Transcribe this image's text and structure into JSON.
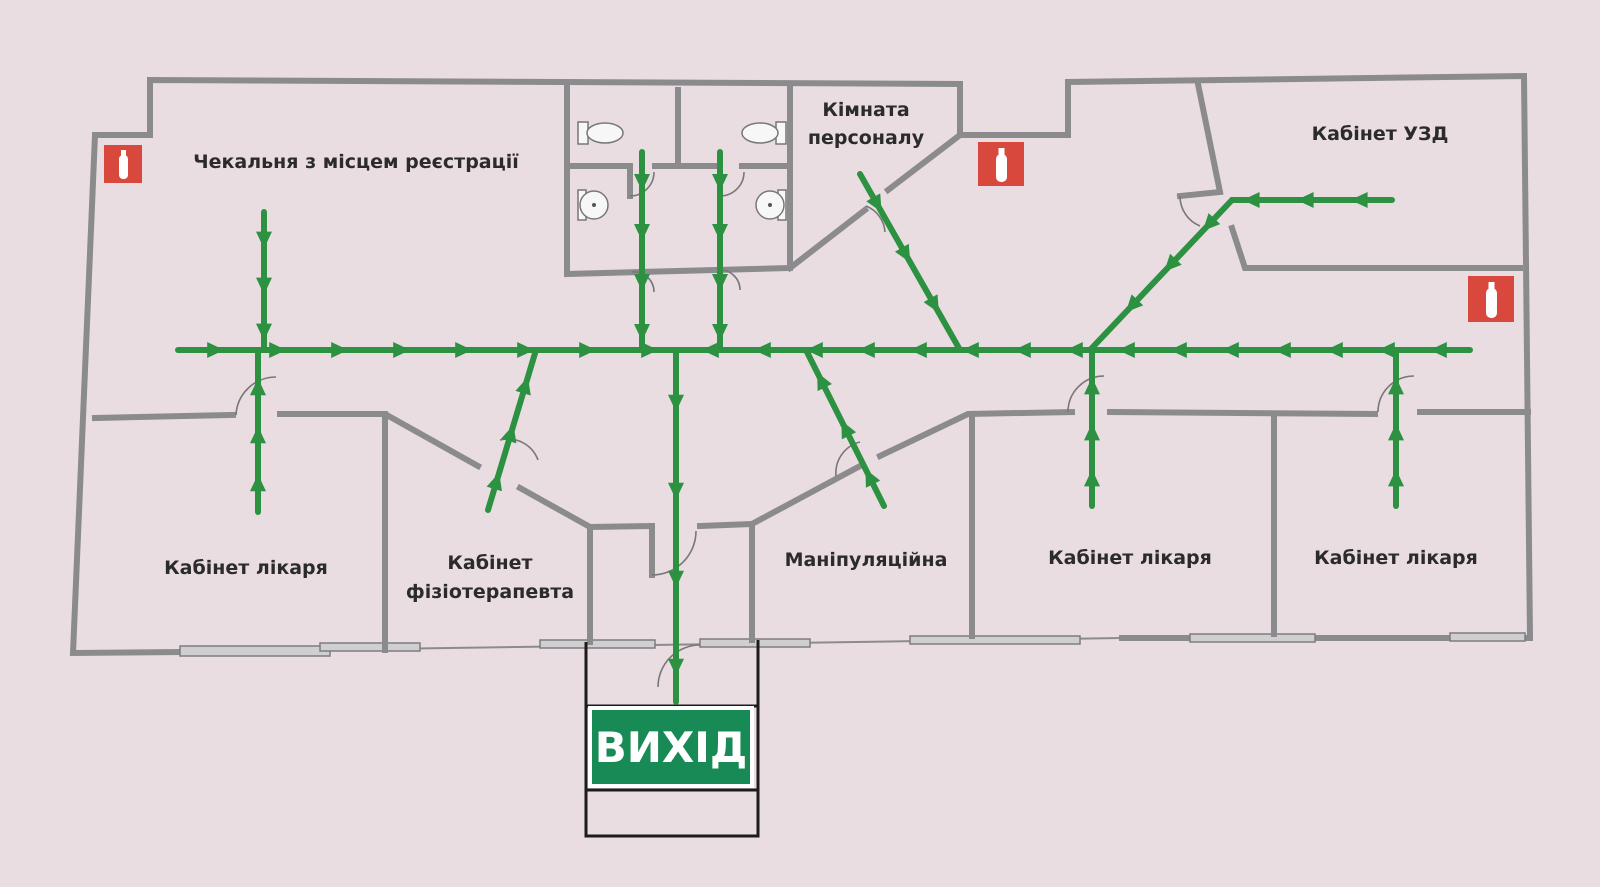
{
  "colors": {
    "wall": "#8b8b8d",
    "route": "#2c9141",
    "exit_sign": "#188a55",
    "extinguisher": "#d9483d",
    "background": "#e9dde2"
  },
  "rooms": {
    "waiting": "Чекальня з місцем реєстрації",
    "staff_line1": "Кімната",
    "staff_line2": "персоналу",
    "ultrasound": "Кабінет УЗД",
    "doctor_left": "Кабінет лікаря",
    "physio_line1": "Кабінет",
    "physio_line2": "фізіотерапевта",
    "procedure": "Маніпуляційна",
    "doctor_mid": "Кабінет лікаря",
    "doctor_right": "Кабінет лікаря"
  },
  "exit_sign": {
    "label": "ВИХІД"
  },
  "icons": {
    "extinguisher": "fire-extinguisher-icon",
    "toilet": "toilet-icon",
    "sink": "sink-icon"
  }
}
